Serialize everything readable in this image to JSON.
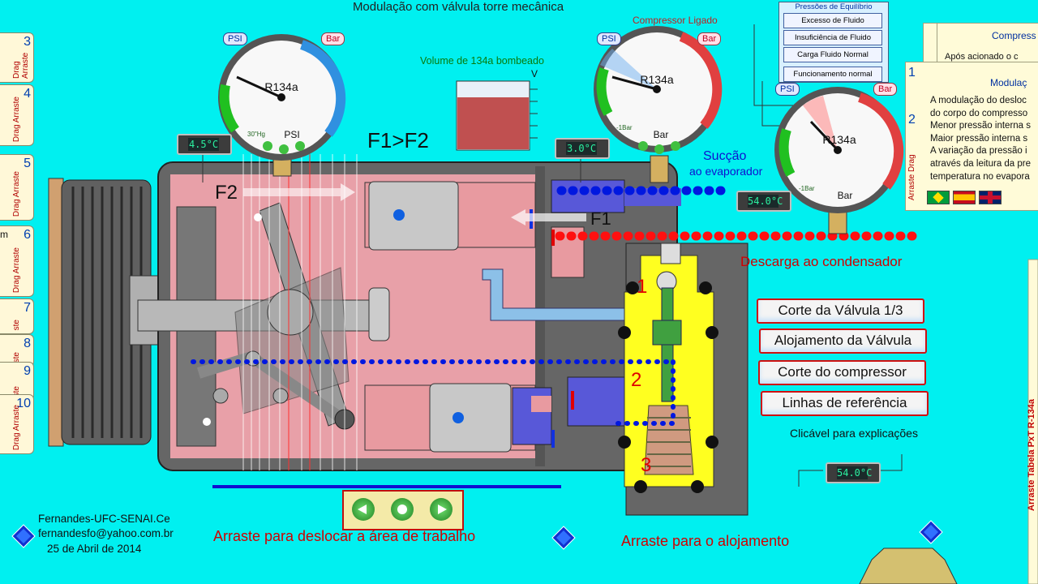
{
  "title": "Modulação com válvula torre mecânica",
  "tabs": [
    {
      "num": "3",
      "label": "Drag Arraste"
    },
    {
      "num": "4",
      "label": "Drag Arraste"
    },
    {
      "num": "5",
      "label": "Drag Arraste"
    },
    {
      "num": "6",
      "label": "Drag Arraste"
    },
    {
      "num": "7",
      "label": "ste"
    },
    {
      "num": "8",
      "label": "ste"
    },
    {
      "num": "9",
      "label": "ste"
    },
    {
      "num": "10",
      "label": "Drag Arraste"
    }
  ],
  "left_edge_text": "m",
  "gauges": {
    "left": {
      "scale_label": "R134a",
      "unit": "PSI",
      "vac": "30\"Hg",
      "psi_tag": "PSI",
      "bar_tag": "Bar"
    },
    "center": {
      "header": "Compressor Ligado",
      "scale_label": "R134a",
      "unit": "Bar",
      "low": "-1Bar",
      "psi_tag": "PSI",
      "bar_tag": "Bar"
    },
    "right": {
      "scale_label": "R134a",
      "unit": "Bar",
      "low": "-1Bar",
      "psi_tag": "PSI",
      "bar_tag": "Bar"
    }
  },
  "volume": {
    "label": "Volume de 134a bombeado",
    "v": "V"
  },
  "force_compare": "F1>F2",
  "f1": "F1",
  "f2": "F2",
  "thermometers": {
    "t1": "4.5°C",
    "t2": "3.0°C",
    "t3": "54.0°C",
    "t4": "54.0°C"
  },
  "suction_label": [
    "Sucção",
    "ao evaporador"
  ],
  "discharge_label": "Descarga ao condensador",
  "valve_numbers": [
    "1",
    "2",
    "3"
  ],
  "pressure_panel": {
    "title": "Pressões de Equilíbrio",
    "items": [
      "Excesso de Fluido",
      "Insuficiência de Fluido",
      "Carga Fluido Normal",
      "Funcionamento normal"
    ]
  },
  "buttons": [
    "Corte da Válvula 1/3",
    "Alojamento da Válvula",
    "Corte do compressor",
    "Linhas de referência"
  ],
  "clickable_hint": "Clicável para explicações",
  "author": [
    "Fernandes-UFC-SENAI.Ce",
    "fernandesfo@yahoo.com.br",
    "25 de Abril de 2014"
  ],
  "drag_work_area": "Arraste para deslocar a área de trabalho",
  "drag_housing": "Arraste para o alojamento",
  "info_panel_1": {
    "num": "1",
    "side": "Arraste Drag",
    "title": "Compress",
    "text": "Após acionado o c acordo com a nece"
  },
  "info_panel_2": {
    "num": "2",
    "side": "Arraste Drag",
    "title": "Modulaç",
    "lines": [
      "A modulação do desloc",
      "do corpo do compresso",
      "Menor pressão interna s",
      "Maior pressão interna s",
      "A variação da pressão i",
      "através da leitura da pre",
      "temperatura no evapora"
    ]
  },
  "far_right_vertical": "Arraste Tabela PxT R-134a",
  "flags": [
    "brazil-flag",
    "spain-flag",
    "uk-flag"
  ],
  "colors": {
    "background": "#00f0f0",
    "suction": "#0018e0",
    "discharge": "#ff0000",
    "valve": "#ffff00",
    "body": "#e89aa0"
  }
}
